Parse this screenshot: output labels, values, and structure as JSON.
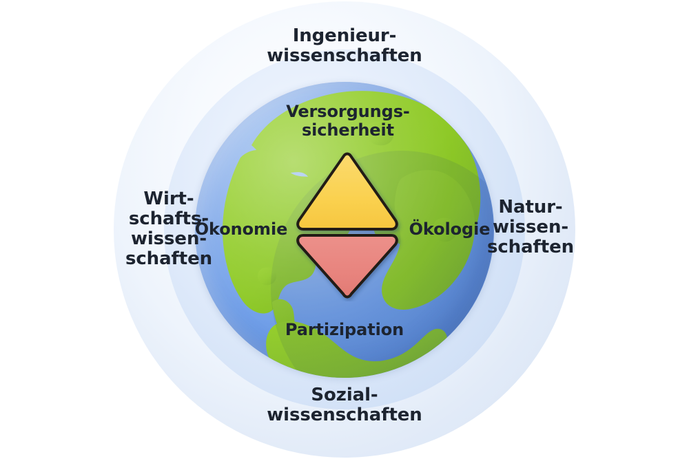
{
  "diagram": {
    "title": "Nachhaltigkeitsdiagramm mit Erdkugel",
    "outer_ring": {
      "labels": [
        {
          "id": "ingenieurwissenschaften",
          "text": "Ingenieur-\nwissenschaften",
          "position": "top"
        },
        {
          "id": "wirtschaftswissenschaften",
          "text": "Wirt-\nschafts-\nwissen-\nschaften",
          "position": "left"
        },
        {
          "id": "naturwissenschaften",
          "text": "Natur-\nwissen-\nschaften",
          "position": "right"
        },
        {
          "id": "sozialwissenschaften",
          "text": "Sozial-\nwissenschaften",
          "position": "bottom"
        }
      ]
    },
    "globe": {
      "labels": [
        {
          "id": "versorgungssicherheit",
          "text": "Versorgungs-\nsicherheit",
          "position": "top"
        },
        {
          "id": "oekonomie",
          "text": "Ökonomie",
          "position": "left"
        },
        {
          "id": "oekologie",
          "text": "Ökologie",
          "position": "right"
        },
        {
          "id": "partizipation",
          "text": "Partizipation",
          "position": "bottom"
        }
      ]
    },
    "center_shapes": [
      {
        "id": "upper-triangle",
        "orientation": "up",
        "color": "#fad14f"
      },
      {
        "id": "lower-triangle",
        "orientation": "down",
        "color": "#e8847e"
      }
    ],
    "colors": {
      "background": "#ffffff",
      "outer_ring": "#e6eefa",
      "inner_ring": "#d5e2f7",
      "ocean": "#6f9ee8",
      "land": "#8ec927",
      "triangle_up": "#fad14f",
      "triangle_down": "#e8847e",
      "outline": "#221d14",
      "text": "#1d2430"
    }
  }
}
